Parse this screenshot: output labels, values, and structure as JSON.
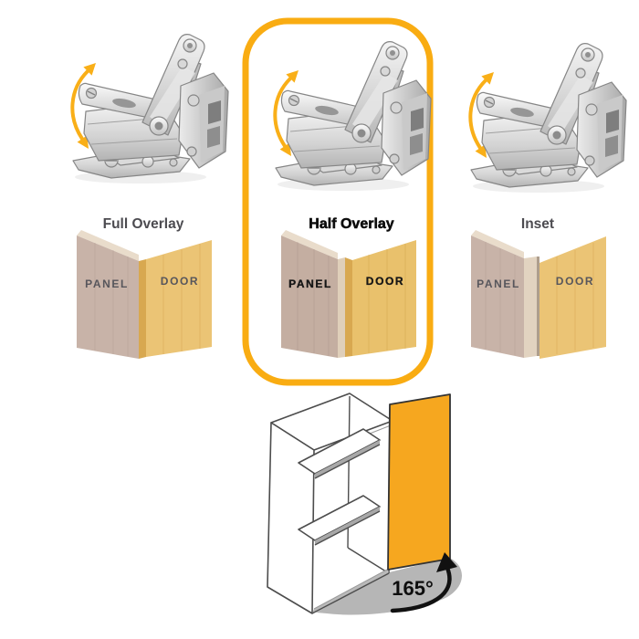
{
  "options": [
    {
      "id": "full-overlay",
      "label": "Full Overlay",
      "panel_label": "PANEL",
      "door_label": "DOOR",
      "selected": false
    },
    {
      "id": "half-overlay",
      "label": "Half Overlay",
      "panel_label": "PANEL",
      "door_label": "DOOR",
      "selected": true
    },
    {
      "id": "inset",
      "label": "Inset",
      "panel_label": "PANEL",
      "door_label": "DOOR",
      "selected": false
    }
  ],
  "selected_option": "half-overlay",
  "cabinet_diagram": {
    "opening_angle_label": "165°"
  },
  "icons": {
    "hinge_swing_arrow": "double-headed-curved-arrow",
    "door_swing_arrow": "curved-arrow",
    "hinge_image": "165-degree-cabinet-hinge"
  },
  "colors": {
    "highlight_accent": "#F9AC12",
    "door_orange": "#F6A71F",
    "swing_arc_gray": "#B6B6B6",
    "panel_wood": "#C8B3A8",
    "door_wood": "#EBC475"
  }
}
